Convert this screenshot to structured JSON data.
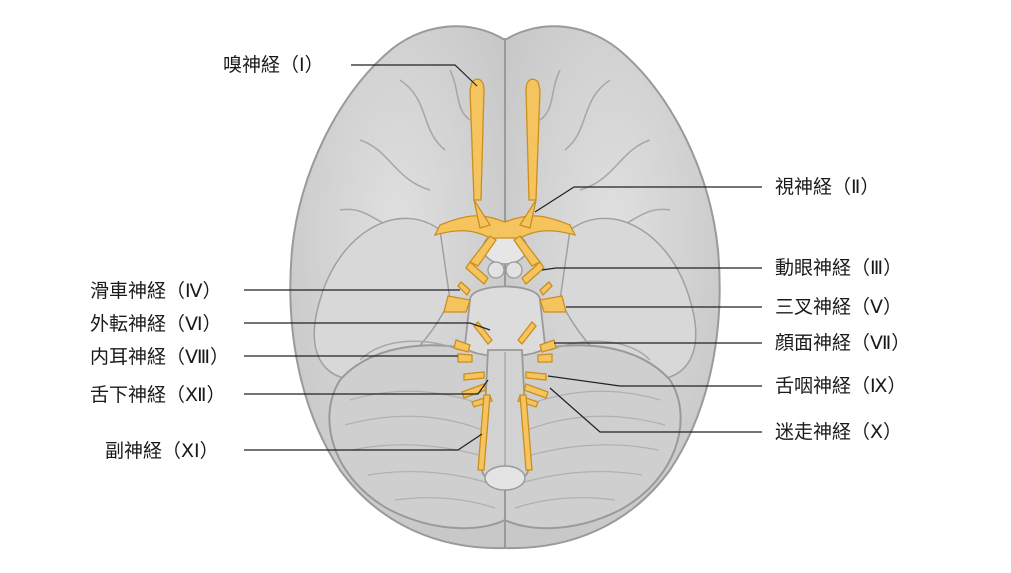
{
  "colors": {
    "brain_fill": "#d5d5d5",
    "brain_light": "#e2e2e2",
    "brain_outline": "#9a9a9a",
    "nerve_fill": "#f5c45e",
    "nerve_outline": "#c98f1f",
    "leader_line": "#222222"
  },
  "labels": {
    "olfactory": "嗅神経（Ⅰ）",
    "optic": "視神経（Ⅱ）",
    "oculomotor": "動眼神経（Ⅲ）",
    "trochlear": "滑車神経（Ⅳ）",
    "trigeminal": "三叉神経（Ⅴ）",
    "abducens": "外転神経（Ⅵ）",
    "facial": "顔面神経（Ⅶ）",
    "vestibulocochlear": "内耳神経（Ⅷ）",
    "glossopharyngeal": "舌咽神経（Ⅸ）",
    "hypoglossal": "舌下神経（Ⅻ）",
    "vagus": "迷走神経（Ⅹ）",
    "accessory": "副神経（ⅩⅠ）"
  }
}
